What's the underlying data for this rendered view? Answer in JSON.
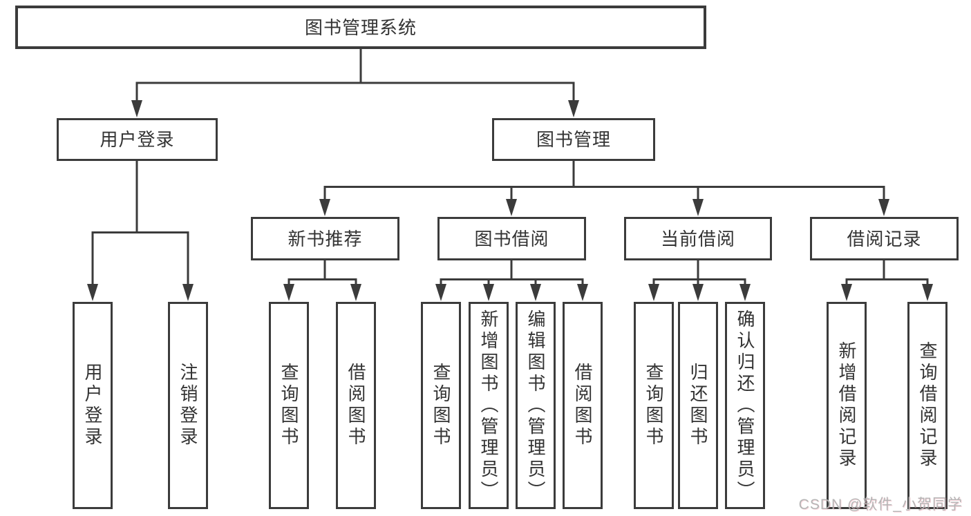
{
  "diagram": {
    "root": {
      "label": "图书管理系统"
    },
    "branches": [
      {
        "label": "用户登录",
        "children": [
          {
            "label": "用户登录"
          },
          {
            "label": "注销登录"
          }
        ]
      },
      {
        "label": "图书管理",
        "children": [
          {
            "label": "新书推荐",
            "children": [
              {
                "label": "查询图书"
              },
              {
                "label": "借阅图书"
              }
            ]
          },
          {
            "label": "图书借阅",
            "children": [
              {
                "label": "查询图书"
              },
              {
                "label": "新增图书（管理员）"
              },
              {
                "label": "编辑图书（管理员）"
              },
              {
                "label": "借阅图书"
              }
            ]
          },
          {
            "label": "当前借阅",
            "children": [
              {
                "label": "查询图书"
              },
              {
                "label": "归还图书"
              },
              {
                "label": "确认归还（管理员）"
              }
            ]
          },
          {
            "label": "借阅记录",
            "children": [
              {
                "label": "新增借阅记录"
              },
              {
                "label": "查询借阅记录"
              }
            ]
          }
        ]
      }
    ]
  },
  "watermark": {
    "text": "CSDN @软件_小贺同学"
  },
  "colors": {
    "line": "#3b3b3b",
    "text": "#333333",
    "background": "#ffffff",
    "watermark": "#b5b5b5"
  }
}
